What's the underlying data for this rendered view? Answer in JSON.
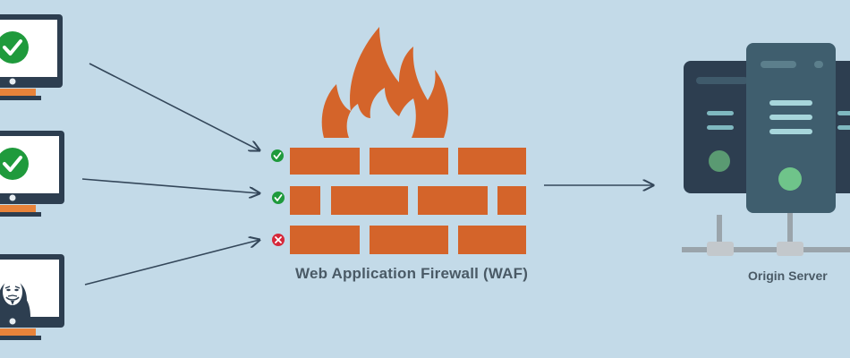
{
  "firewall": {
    "label": "Web Application Firewall (WAF)",
    "request_checks": [
      {
        "icon": "check-circle-icon",
        "status": "allowed"
      },
      {
        "icon": "check-circle-icon",
        "status": "allowed"
      },
      {
        "icon": "x-circle-icon",
        "status": "blocked"
      }
    ]
  },
  "clients": [
    {
      "icon": "check-badge-icon",
      "type": "legitimate-user"
    },
    {
      "icon": "check-badge-icon",
      "type": "legitimate-user"
    },
    {
      "icon": "anonymous-mask-icon",
      "type": "attacker"
    }
  ],
  "server": {
    "label": "Origin Server"
  },
  "colors": {
    "background": "#c3dae8",
    "brick": "#d4642a",
    "flame": "#d4642a",
    "allowed": "#1f9a3c",
    "blocked": "#d6283a",
    "monitor_frame": "#2d3e50",
    "monitor_base": "#e8833a",
    "server_dark": "#2d3e50",
    "server_mid": "#3f5e6e",
    "server_light": "#7fb8c0",
    "arrow": "#34475a",
    "label_text": "#4a5a66"
  }
}
